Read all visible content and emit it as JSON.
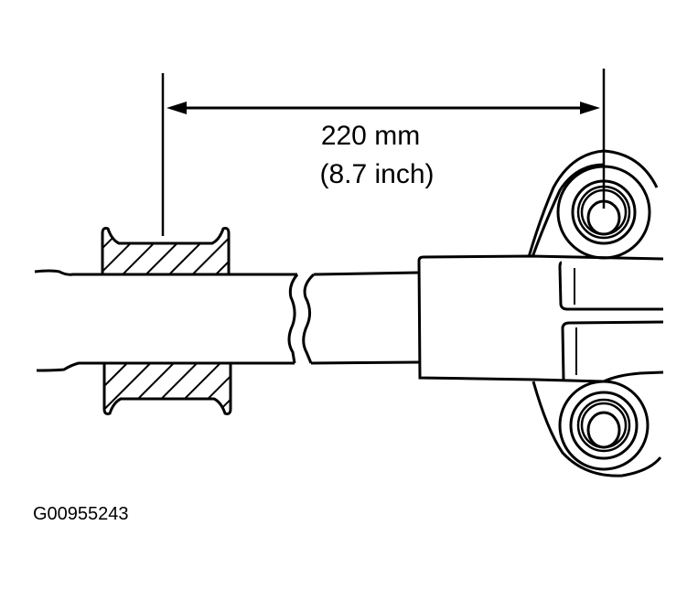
{
  "diagram": {
    "type": "technical-illustration",
    "subject": "shaft with bushing and clevis end - bushing position measurement",
    "dimension": {
      "metric": "220 mm",
      "imperial": "(8.7 inch)",
      "from": "bushing center",
      "to": "clevis eye center"
    },
    "figure_id": "G00955243",
    "colors": {
      "line": "#000000",
      "background": "#ffffff"
    }
  }
}
